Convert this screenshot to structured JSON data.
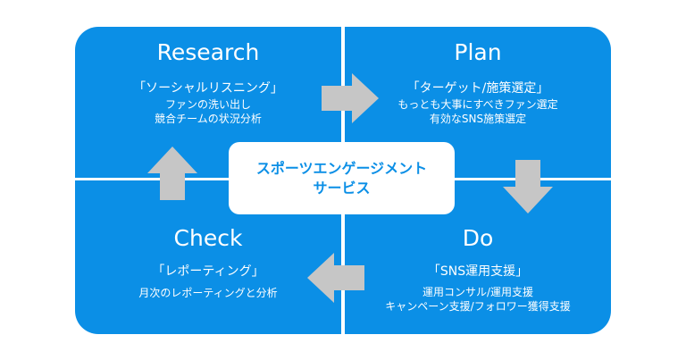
{
  "center": {
    "line1": "スポーツエンゲージメント",
    "line2": "サービス"
  },
  "research": {
    "title": "Research",
    "subtitle": "「ソーシャルリスニング」",
    "lines": [
      "ファンの洗い出し",
      "競合チームの状況分析"
    ]
  },
  "plan": {
    "title": "Plan",
    "subtitle": "「ターゲット/施策選定」",
    "lines": [
      "もっとも大事にすべきファン選定",
      "有効なSNS施策選定"
    ]
  },
  "do": {
    "title": "Do",
    "subtitle": "「SNS運用支援」",
    "lines": [
      "運用コンサル/運用支援",
      "キャンペーン支援/フォロワー獲得支援"
    ]
  },
  "check": {
    "title": "Check",
    "subtitle": "「レポーティング」",
    "lines": [
      "月次のレポーティングと分析"
    ]
  },
  "colors": {
    "quadrant": "#0b8fe6",
    "arrow": "#c6c6c6",
    "center_text": "#0b8fe6"
  }
}
